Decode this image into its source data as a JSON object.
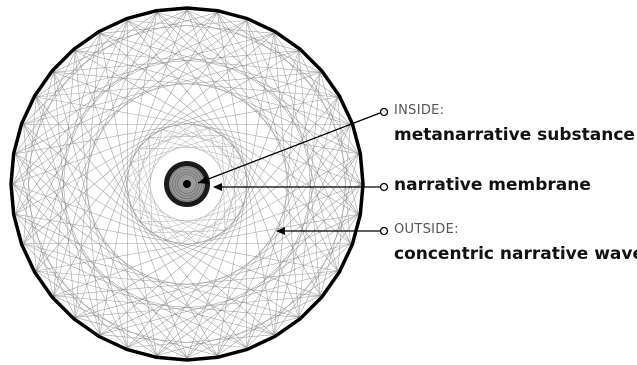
{
  "callouts": {
    "inside": {
      "tag": "INSIDE:",
      "title": "metanarrative substance"
    },
    "membrane": {
      "title": "narrative membrane"
    },
    "outside": {
      "tag": "OUTSIDE:",
      "title": "concentric narrative waves"
    }
  },
  "colors": {
    "outline": "#000000",
    "mesh": "#8a8a8a",
    "text": "#111111",
    "tag_text": "#555555"
  }
}
